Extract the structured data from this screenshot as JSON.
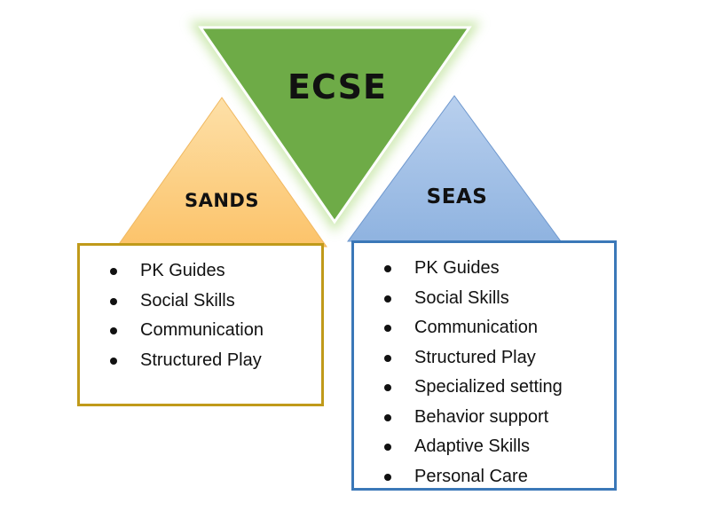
{
  "diagram": {
    "ecse": {
      "label": "ECSE",
      "fill": "#6EAB47",
      "stroke": "#FFFFFF",
      "glow": "#C8E6A8"
    },
    "sands": {
      "label": "SANDS",
      "fill": "#FDD08A",
      "box_border": "#C09A1A",
      "items": [
        "PK Guides",
        "Social Skills",
        "Communication",
        "Structured Play"
      ]
    },
    "seas": {
      "label": "SEAS",
      "fill": "#A2C0E6",
      "box_border": "#3B78B8",
      "items": [
        "PK Guides",
        "Social Skills",
        "Communication",
        "Structured Play",
        "Specialized setting",
        "Behavior support",
        "Adaptive Skills",
        "Personal Care"
      ]
    }
  }
}
